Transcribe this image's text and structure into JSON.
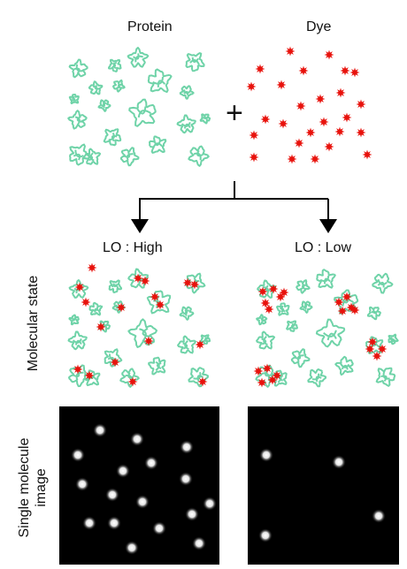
{
  "labels": {
    "protein": "Protein",
    "dye": "Dye",
    "plus": "+",
    "lo_high": "LO : High",
    "lo_low": "LO : Low",
    "molecular_state": "Molecular state",
    "single_molecule_image": [
      "Single molecule",
      "image"
    ]
  },
  "colors": {
    "protein": "#6fd3a8",
    "dye": "#e8120c",
    "arrow": "#000000",
    "image_background": "#000000",
    "spot": "#ffffff"
  },
  "single_molecule_image": {
    "lo_high_spot_count": 17,
    "lo_low_spot_count": 4
  }
}
